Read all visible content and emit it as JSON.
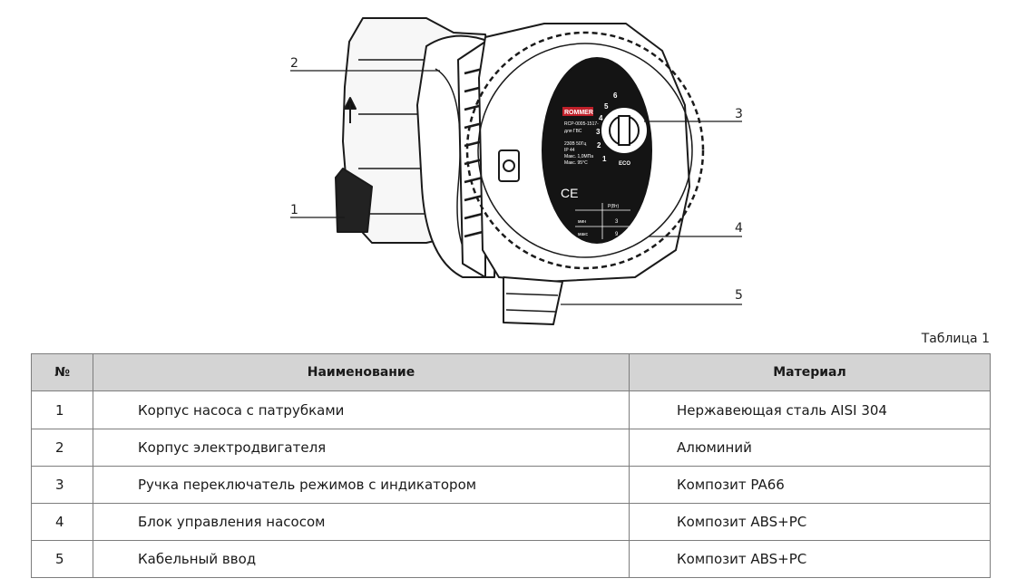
{
  "figure": {
    "brand": "ROMMER",
    "model": "RCP-0005-1517-",
    "purpose": "для ГВС",
    "specs": [
      "230В 50Гц",
      "IP 44",
      "Макс. 1,0МПа",
      "Макс. 95°C"
    ],
    "ce_mark": "CE",
    "dial_numbers": [
      "1",
      "2",
      "3",
      "4",
      "5",
      "6"
    ],
    "dial_label": "ECO",
    "table_header": "P(Вт)",
    "table_rows": [
      {
        "label": "мин",
        "value": "3"
      },
      {
        "label": "макс",
        "value": "9"
      }
    ],
    "callouts": [
      "1",
      "2",
      "3",
      "4",
      "5"
    ]
  },
  "caption": "Таблица 1",
  "table": {
    "headers": {
      "num": "№",
      "name": "Наименование",
      "material": "Материал"
    },
    "rows": [
      {
        "num": "1",
        "name": "Корпус насоса с патрубками",
        "material": "Нержавеющая сталь AISI 304"
      },
      {
        "num": "2",
        "name": "Корпус электродвигателя",
        "material": "Алюминий"
      },
      {
        "num": "3",
        "name": "Ручка переключатель режимов с индикатором",
        "material": "Композит PA66"
      },
      {
        "num": "4",
        "name": "Блок управления насосом",
        "material": "Композит ABS+PC"
      },
      {
        "num": "5",
        "name": "Кабельный ввод",
        "material": "Композит ABS+PC"
      }
    ]
  }
}
